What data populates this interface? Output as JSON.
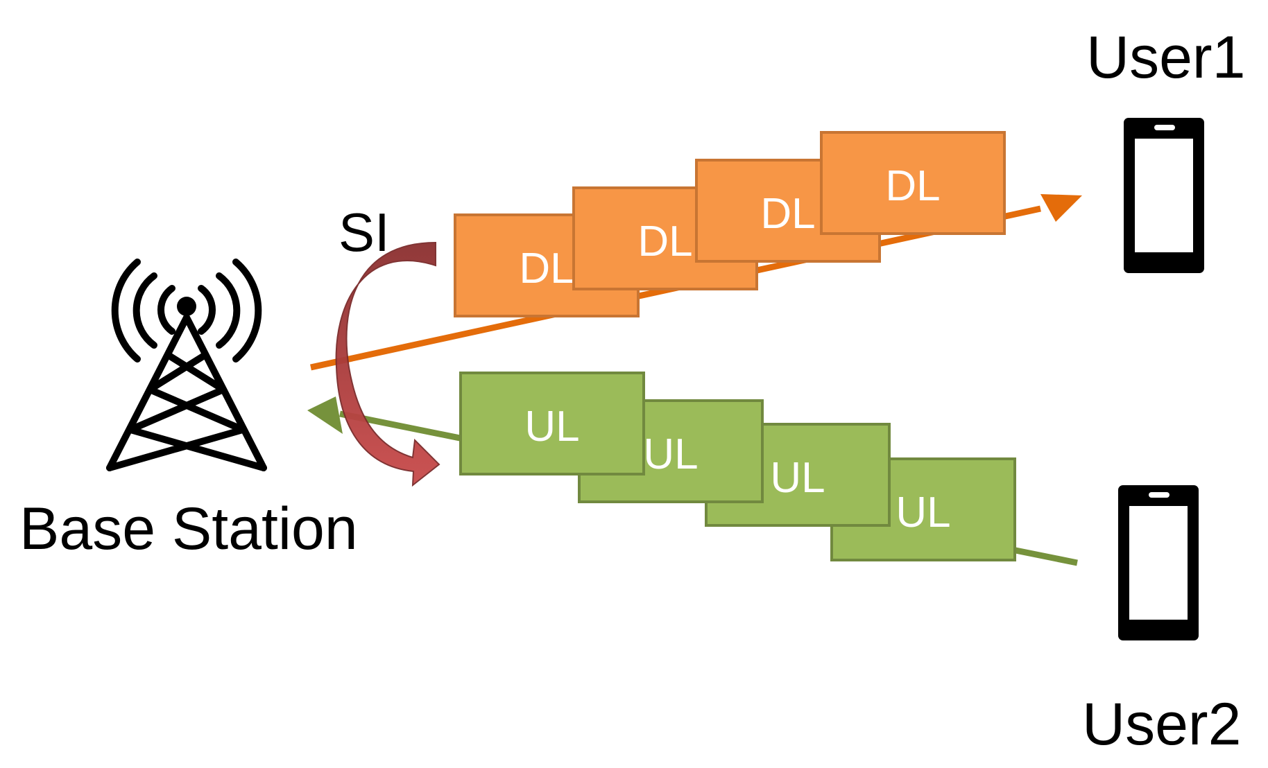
{
  "labels": {
    "base_station": "Base Station",
    "user1": "User1",
    "user2": "User2",
    "si": "SI"
  },
  "packets": {
    "dl": [
      "DL",
      "DL",
      "DL",
      "DL"
    ],
    "ul": [
      "UL",
      "UL",
      "UL",
      "UL"
    ]
  },
  "colors": {
    "dl_fill": "#F79646",
    "dl_stroke": "#C87533",
    "dl_arrow": "#E46C0A",
    "ul_fill": "#9BBB59",
    "ul_stroke": "#71893F",
    "ul_arrow": "#76923C",
    "si_arrow": "#A93B3B"
  }
}
